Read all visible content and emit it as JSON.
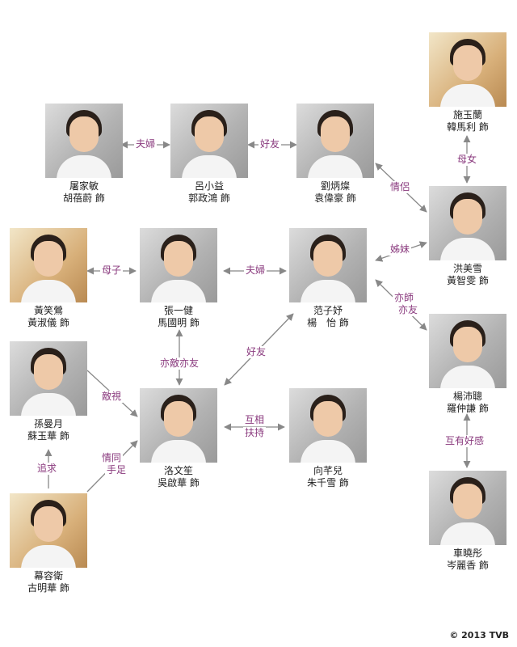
{
  "characters": {
    "tu_jiamin": {
      "name": "屠家敏",
      "actor": "胡蓓蔚 飾"
    },
    "lu_xiaoyi": {
      "name": "呂小益",
      "actor": "郭政鴻 飾"
    },
    "liu_bingcan": {
      "name": "劉炳燦",
      "actor": "袁偉豪 飾"
    },
    "shi_yulan": {
      "name": "施玉蘭",
      "actor": "韓馬利 飾"
    },
    "huang_xiaoying": {
      "name": "黃笑鶯",
      "actor": "黃淑儀 飾"
    },
    "zhang_yijian": {
      "name": "張一健",
      "actor": "馬國明 飾"
    },
    "fan_ziyu": {
      "name": "范子妤",
      "actor": "楊　怡 飾"
    },
    "hong_meixue": {
      "name": "洪美雪",
      "actor": "黃智雯 飾"
    },
    "sun_manyue": {
      "name": "孫曼月",
      "actor": "蘇玉華 飾"
    },
    "yang_peicong": {
      "name": "楊沛聰",
      "actor": "羅仲謙 飾"
    },
    "luo_wenshen": {
      "name": "洛文笙",
      "actor": "吳啟華 飾"
    },
    "xiang_qianer": {
      "name": "向芊兒",
      "actor": "朱千雪 飾"
    },
    "che_xiaotong": {
      "name": "車曉彤",
      "actor": "岑麗香 飾"
    },
    "mu_rongwei": {
      "name": "幕容衛",
      "actor": "古明華 飾"
    }
  },
  "relations": {
    "tu_lu": "夫婦",
    "lu_liu": "好友",
    "liu_hong": "情侶",
    "shi_hong": "母女",
    "huang_zhang": "母子",
    "zhang_fan": "夫婦",
    "fan_hong": "姊妹",
    "fan_yang_1": "亦師",
    "fan_yang_2": "亦友",
    "zhang_luo": "亦敵亦友",
    "fan_luo": "好友",
    "sun_luo": "敵視",
    "mu_luo_1": "情同",
    "mu_luo_2": "手足",
    "luo_xiang_1": "互相",
    "luo_xiang_2": "扶持",
    "mu_sun": "追求",
    "yang_che": "互有好感"
  },
  "copyright": "© 2013 TVB",
  "colors": {
    "relation_text": "#8a3a7e",
    "arrow": "#888888"
  }
}
